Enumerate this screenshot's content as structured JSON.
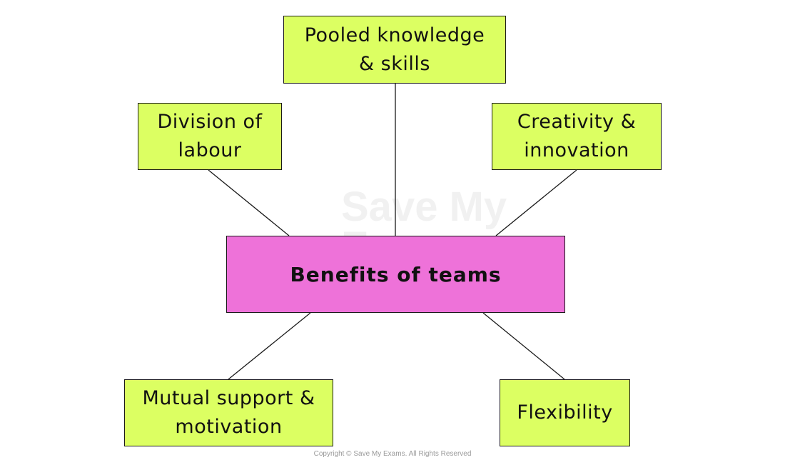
{
  "diagram": {
    "center": {
      "label": "Benefits of teams"
    },
    "branches": {
      "top": "Pooled knowledge\n& skills",
      "left": "Division of\nlabour",
      "right": "Creativity &\ninnovation",
      "bottom_left": "Mutual support &\nmotivation",
      "bottom_right": "Flexibility"
    }
  },
  "watermark": {
    "line1": "Save My",
    "line2": "Exams"
  },
  "copyright": "Copyright © Save My Exams. All Rights Reserved",
  "colors": {
    "branch_fill": "#dcff62",
    "center_fill": "#ee72d9",
    "border": "#1a1a1a"
  }
}
